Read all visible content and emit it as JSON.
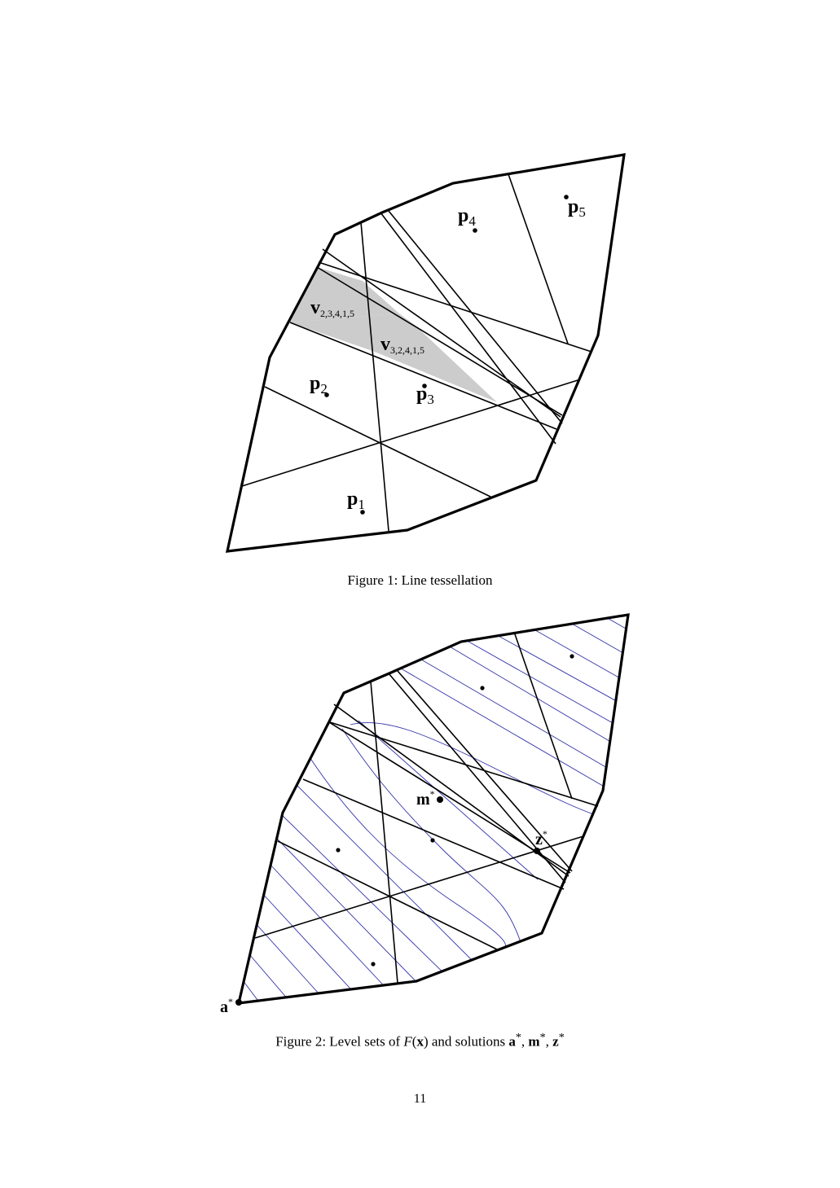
{
  "figure1": {
    "caption": "Figure 1: Line tessellation",
    "region_labels": [
      {
        "main": "v",
        "sub": "2,3,4,1,5"
      },
      {
        "main": "v",
        "sub": "3,2,4,1,5"
      }
    ],
    "point_labels": [
      {
        "main": "p",
        "sub": "1"
      },
      {
        "main": "p",
        "sub": "2"
      },
      {
        "main": "p",
        "sub": "3"
      },
      {
        "main": "p",
        "sub": "4"
      },
      {
        "main": "p",
        "sub": "5"
      }
    ],
    "shade_color": "#cccccc"
  },
  "figure2": {
    "caption_prefix": "Figure 2: Level sets of ",
    "caption_func": "F",
    "caption_arg": "x",
    "caption_mid": " and solutions ",
    "caption_a": "a",
    "caption_m": "m",
    "caption_z": "z",
    "star": "*",
    "solution_labels": {
      "a": "a",
      "m": "m",
      "z": "z"
    },
    "level_set_color": "#3333aa"
  },
  "page_number": "11"
}
